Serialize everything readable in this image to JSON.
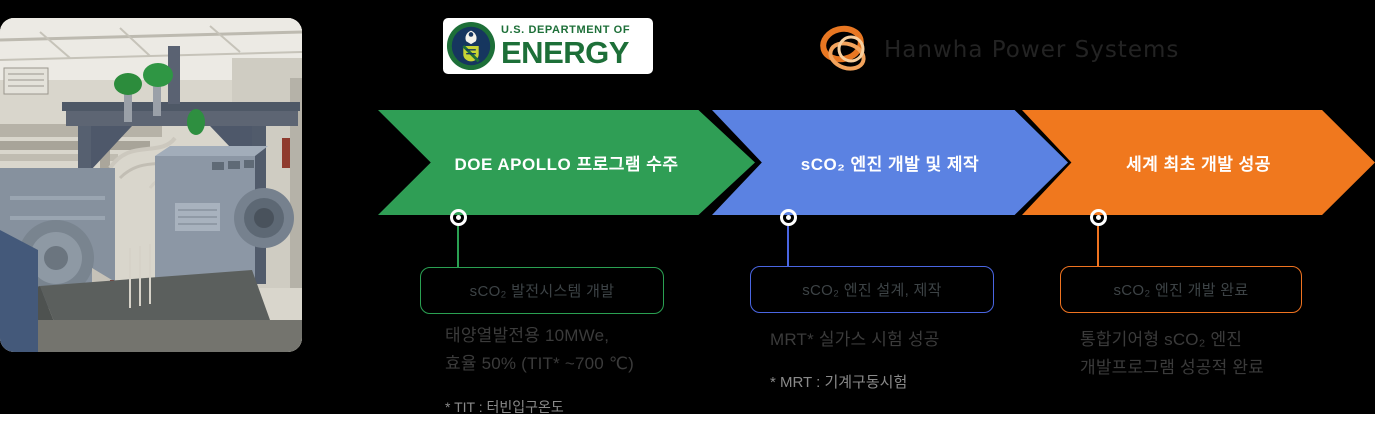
{
  "window": {
    "background": "#000000",
    "bottom_bar_color": "#ffffff"
  },
  "logos": {
    "doe": {
      "line1": "U.S. DEPARTMENT OF",
      "line2": "ENERGY",
      "green": "#1d6f38",
      "navy": "#16365f",
      "panel_bg": "#ffffff"
    },
    "hanwha": {
      "text": "Hanwha Power Systems",
      "mark_orange": "#e87722",
      "text_color": "#232323"
    }
  },
  "photo": {
    "description": "sCO2 turbine engine test facility with steel gantry frame, green control valves, piping and gray gearbox machinery"
  },
  "timeline": {
    "steps": [
      {
        "arrow_label": "DOE APOLLO 프로그램 수주",
        "arrow_color": "#2f9e55",
        "box_label": "sCO₂ 발전시스템 개발",
        "box_border_color": "#2aa052",
        "desc_line1": "태양열발전용 10MWe,",
        "desc_line2": "효율 50% (TIT* ~700 ℃)",
        "footnote": "* TIT : 터빈입구온도"
      },
      {
        "arrow_label": "sCO₂ 엔진 개발 및 제작",
        "arrow_color": "#5b82e2",
        "box_label": "sCO₂ 엔진 설계, 제작",
        "box_border_color": "#4a66e2",
        "desc_line1": "MRT* 실가스 시험 성공",
        "desc_line2": "",
        "footnote": "* MRT : 기계구동시험"
      },
      {
        "arrow_label": "세계 최초 개발 성공",
        "arrow_color": "#f0781e",
        "box_label": "sCO₂ 엔진 개발 완료",
        "box_border_color": "#ef7320",
        "desc_line1": "통합기어형 sCO₂ 엔진",
        "desc_line2": "개발프로그램 성공적 완료",
        "footnote": ""
      }
    ],
    "text_colors": {
      "arrow_label": "#ffffff",
      "box_label": "#3d4346",
      "description": "#3b3b3b",
      "footnote": "#8a8a8a"
    }
  }
}
